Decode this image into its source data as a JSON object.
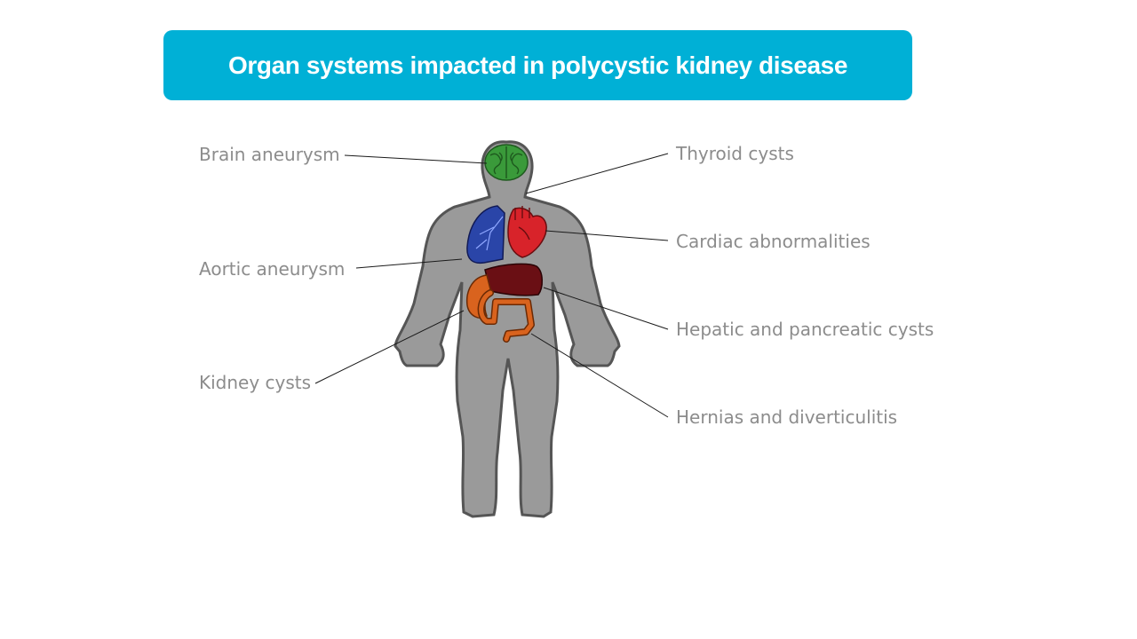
{
  "title": "Organ systems impacted in polycystic kidney disease",
  "colors": {
    "banner": "#00b0d6",
    "body": "#9a9a9a",
    "brain": "#3a9a3a",
    "lung": "#2a45a8",
    "heart": "#d8232a",
    "liver": "#6a0f14",
    "kidney_intestine": "#d9631e",
    "label_text": "#8c8c8c"
  },
  "labels": {
    "brain_aneurysm": "Brain aneurysm",
    "aortic_aneurysm": "Aortic aneurysm",
    "kidney_cysts": "Kidney cysts",
    "thyroid_cysts": "Thyroid cysts",
    "cardiac_abnormalities": "Cardiac abnormalities",
    "hepatic_pancreatic_cysts": "Hepatic and pancreatic cysts",
    "hernias_diverticulitis": "Hernias and diverticulitis"
  },
  "icons": {
    "body": "human-body-icon",
    "brain": "brain-icon",
    "lungs": "lungs-icon",
    "heart": "heart-icon",
    "liver": "liver-icon",
    "kidney": "kidney-icon",
    "intestine": "intestine-icon"
  }
}
